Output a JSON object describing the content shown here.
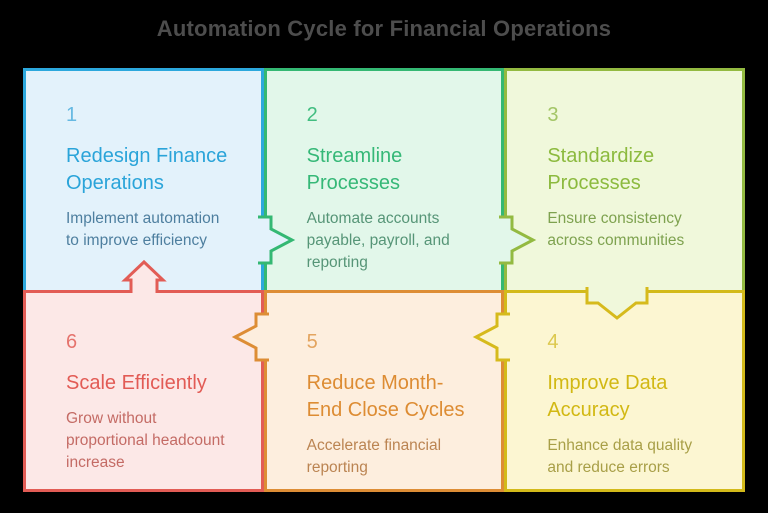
{
  "title": "Automation Cycle for Financial Operations",
  "panels": [
    {
      "number": "1",
      "title": "Redesign Finance\nOperations",
      "description": "Implement automation\nto improve efficiency",
      "accent": "#2ca8dd",
      "bg": "#e3f2fb",
      "number_color": "#66b9e2",
      "title_color": "#2aa4d9",
      "desc_color": "#4e7f9f"
    },
    {
      "number": "2",
      "title": "Streamline\nProcesses",
      "description": "Automate accounts\npayable, payroll, and\nreporting",
      "accent": "#34b873",
      "bg": "#e2f7ea",
      "number_color": "#41bd80",
      "title_color": "#35b877",
      "desc_color": "#569577"
    },
    {
      "number": "3",
      "title": "Standardize\nProcesses",
      "description": "Ensure consistency\nacross communities",
      "accent": "#93ba41",
      "bg": "#f0f8db",
      "number_color": "#a3c566",
      "title_color": "#8cba3e",
      "desc_color": "#7ea24f"
    },
    {
      "number": "4",
      "title": "Improve Data\nAccuracy",
      "description": "Enhance data quality\nand reduce errors",
      "accent": "#d3ba1a",
      "bg": "#fcf6d2",
      "number_color": "#dcc84e",
      "title_color": "#d2b813",
      "desc_color": "#a89f47"
    },
    {
      "number": "5",
      "title": "Reduce Month-\nEnd Close Cycles",
      "description": "Accelerate financial\nreporting",
      "accent": "#dd8d35",
      "bg": "#fdeede",
      "number_color": "#e3a45f",
      "title_color": "#dd8c33",
      "desc_color": "#bb8452"
    },
    {
      "number": "6",
      "title": "Scale Efficiently",
      "description": "Grow without\nproportional headcount\nincrease",
      "accent": "#e25c55",
      "bg": "#fce8e7",
      "number_color": "#e5736d",
      "title_color": "#e25b55",
      "desc_color": "#c46b65"
    }
  ],
  "arrows": [
    {
      "from": "1",
      "to": "2",
      "direction": "right",
      "stroke": "#34b873",
      "fill": "#e3f2fb"
    },
    {
      "from": "2",
      "to": "3",
      "direction": "right",
      "stroke": "#93ba41",
      "fill": "#e2f7ea"
    },
    {
      "from": "3",
      "to": "4",
      "direction": "down",
      "stroke": "#d6ba1c",
      "fill": "#f0f8db"
    },
    {
      "from": "4",
      "to": "5",
      "direction": "left",
      "stroke": "#d6ba1c",
      "fill": "#fcf6d2"
    },
    {
      "from": "5",
      "to": "6",
      "direction": "left",
      "stroke": "#dd8d35",
      "fill": "#fdeede"
    },
    {
      "from": "6",
      "to": "1",
      "direction": "up",
      "stroke": "#e25c55",
      "fill": "#fce8e7"
    }
  ]
}
